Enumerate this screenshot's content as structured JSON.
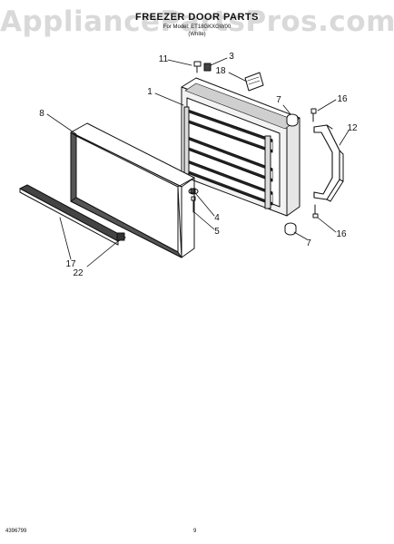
{
  "watermark": "AppliancePartsPros.com",
  "header": {
    "title": "FREEZER DOOR PARTS",
    "subtitle": "For Model: ET18GKXGW00",
    "variant": "(White)"
  },
  "callouts": {
    "c11": "11",
    "c3": "3",
    "c18": "18",
    "c1": "1",
    "c7a": "7",
    "c16a": "16",
    "c12": "12",
    "c8": "8",
    "c4": "4",
    "c5": "5",
    "c7b": "7",
    "c16b": "16",
    "c17": "17",
    "c22": "22"
  },
  "footer": {
    "doc_number": "4396799",
    "page_number": "9"
  }
}
